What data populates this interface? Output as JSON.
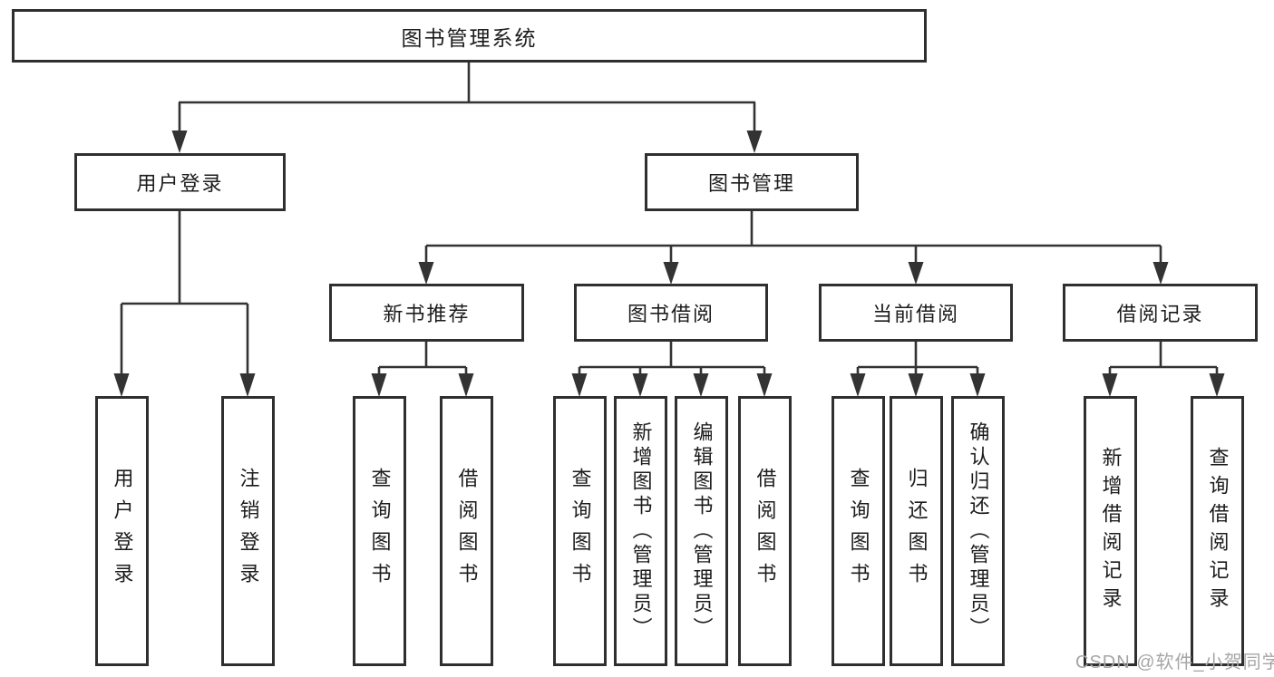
{
  "diagram": {
    "title": "图书管理系统",
    "root": {
      "label": "图书管理系统"
    },
    "level2": [
      {
        "label": "用户登录"
      },
      {
        "label": "图书管理"
      }
    ],
    "level3": [
      {
        "label": "新书推荐",
        "parent": "图书管理"
      },
      {
        "label": "图书借阅",
        "parent": "图书管理"
      },
      {
        "label": "当前借阅",
        "parent": "图书管理"
      },
      {
        "label": "借阅记录",
        "parent": "图书管理"
      }
    ],
    "leaves": [
      {
        "label": "用户登录",
        "parent": "用户登录"
      },
      {
        "label": "注销登录",
        "parent": "用户登录"
      },
      {
        "label": "查询图书",
        "parent": "新书推荐"
      },
      {
        "label": "借阅图书",
        "parent": "新书推荐"
      },
      {
        "label": "查询图书",
        "parent": "图书借阅"
      },
      {
        "label": "新增图书（管理员）",
        "parent": "图书借阅"
      },
      {
        "label": "编辑图书（管理员）",
        "parent": "图书借阅"
      },
      {
        "label": "借阅图书",
        "parent": "图书借阅"
      },
      {
        "label": "查询图书",
        "parent": "当前借阅"
      },
      {
        "label": "归还图书",
        "parent": "当前借阅"
      },
      {
        "label": "确认归还（管理员）",
        "parent": "当前借阅"
      },
      {
        "label": "新增借阅记录",
        "parent": "借阅记录"
      },
      {
        "label": "查询借阅记录",
        "parent": "借阅记录"
      }
    ],
    "watermark": "CSDN @软件_小贺同学",
    "colors": {
      "line": "#333333",
      "box_border": "#2f2f2f",
      "text": "#1c1c1c",
      "watermark": "#a6a6a6",
      "background": "#ffffff"
    }
  }
}
